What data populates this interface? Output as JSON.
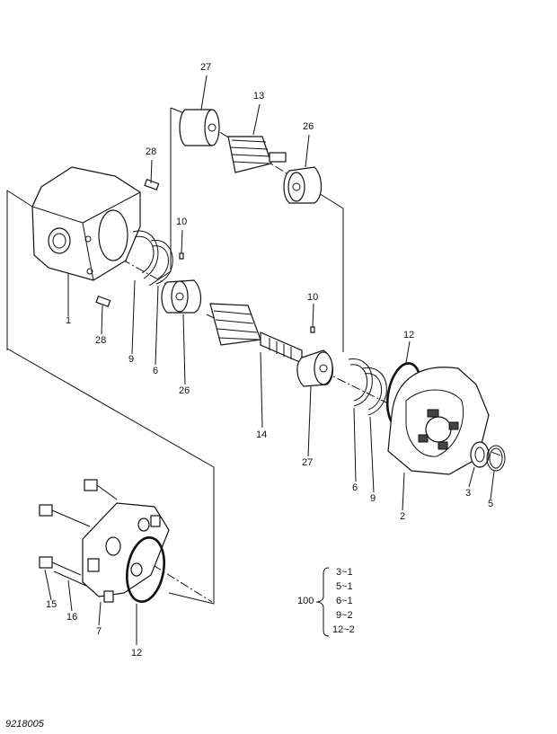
{
  "parts": [
    {
      "id": "p27a",
      "num": "27"
    },
    {
      "id": "p13",
      "num": "13"
    },
    {
      "id": "p26a",
      "num": "26"
    },
    {
      "id": "p28a",
      "num": "28"
    },
    {
      "id": "p10a",
      "num": "10"
    },
    {
      "id": "p1",
      "num": "1"
    },
    {
      "id": "p28b",
      "num": "28"
    },
    {
      "id": "p9a",
      "num": "9"
    },
    {
      "id": "p6a",
      "num": "6"
    },
    {
      "id": "p26b",
      "num": "26"
    },
    {
      "id": "p10b",
      "num": "10"
    },
    {
      "id": "p14",
      "num": "14"
    },
    {
      "id": "p27b",
      "num": "27"
    },
    {
      "id": "p12a",
      "num": "12"
    },
    {
      "id": "p6b",
      "num": "6"
    },
    {
      "id": "p9b",
      "num": "9"
    },
    {
      "id": "p2",
      "num": "2"
    },
    {
      "id": "p3",
      "num": "3"
    },
    {
      "id": "p5",
      "num": "5"
    },
    {
      "id": "p15",
      "num": "15"
    },
    {
      "id": "p16",
      "num": "16"
    },
    {
      "id": "p7",
      "num": "7"
    },
    {
      "id": "p12b",
      "num": "12"
    }
  ],
  "kit": {
    "number": "100",
    "items": [
      "3~1",
      "5~1",
      "6~1",
      "9~2",
      "12~2"
    ]
  },
  "drawing_number": "9218005"
}
